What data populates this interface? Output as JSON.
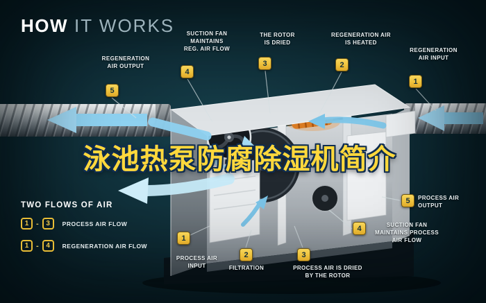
{
  "title": {
    "word_bold": "HOW",
    "word_light": "IT WORKS"
  },
  "overlay": {
    "text": "泳池热泵防腐除湿机简介"
  },
  "callouts": {
    "reg_air_output": {
      "num": "5",
      "label": "REGENERATION\nAIR OUTPUT"
    },
    "suction_fan_reg": {
      "num": "4",
      "label": "SUCTION FAN\nMAINTAINS\nREG. AIR FLOW"
    },
    "rotor_dried": {
      "num": "3",
      "label": "THE ROTOR\nIS DRIED"
    },
    "reg_air_heated": {
      "num": "2",
      "label": "REGENERATION AIR\nIS HEATED"
    },
    "reg_air_input": {
      "num": "1",
      "label": "REGENERATION\nAIR INPUT"
    },
    "process_air_input": {
      "num": "1",
      "label": "PROCESS AIR\nINPUT"
    },
    "filtration": {
      "num": "2",
      "label": "FILTRATION"
    },
    "process_air_dried": {
      "num": "3",
      "label": "PROCESS AIR IS DRIED\nBY THE ROTOR"
    },
    "suction_fan_process": {
      "num": "4",
      "label": "SUCTION FAN\nMAINTAINS PROCESS\nAIR FLOW"
    },
    "process_air_output": {
      "num": "5",
      "label": "PROCESS AIR\nOUTPUT"
    }
  },
  "legend": {
    "title": "TWO FLOWS OF AIR",
    "separator": "-",
    "rows": [
      {
        "from": "1",
        "to": "3",
        "label": "PROCESS AIR FLOW"
      },
      {
        "from": "1",
        "to": "4",
        "label": "REGENERATION AIR FLOW"
      }
    ]
  },
  "colors": {
    "accent_yellow": "#eec23c",
    "flow_blue": "#8ed1f0",
    "background_teal": "#10303a",
    "overlay_yellow": "#ffd83c"
  }
}
